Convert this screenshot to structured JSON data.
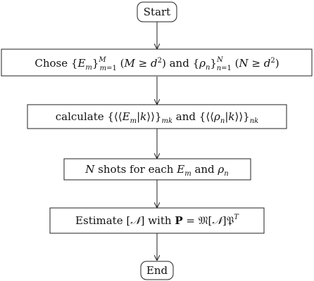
{
  "nodes": {
    "start": {
      "label": "Start"
    },
    "step1": {
      "label": "Chose {E_m}_{m=1}^{M} (M ≥ d²) and {ρ_n}_{n=1}^{N} (N ≥ d²)"
    },
    "step2": {
      "label": "calculate {⟨⟨E_m|k⟩⟩}_{mk} and {⟨⟨ρ_n|k⟩⟩}_{nk}"
    },
    "step3": {
      "label": "N shots for each E_m and ρ_n"
    },
    "step4": {
      "label": "Estimate [𝒩] with P = 𝔐[𝒩]𝔓^T"
    },
    "end": {
      "label": "End"
    }
  },
  "edges": [
    {
      "from": "start",
      "to": "step1"
    },
    {
      "from": "step1",
      "to": "step2"
    },
    {
      "from": "step2",
      "to": "step3"
    },
    {
      "from": "step3",
      "to": "step4"
    },
    {
      "from": "step4",
      "to": "end"
    }
  ]
}
